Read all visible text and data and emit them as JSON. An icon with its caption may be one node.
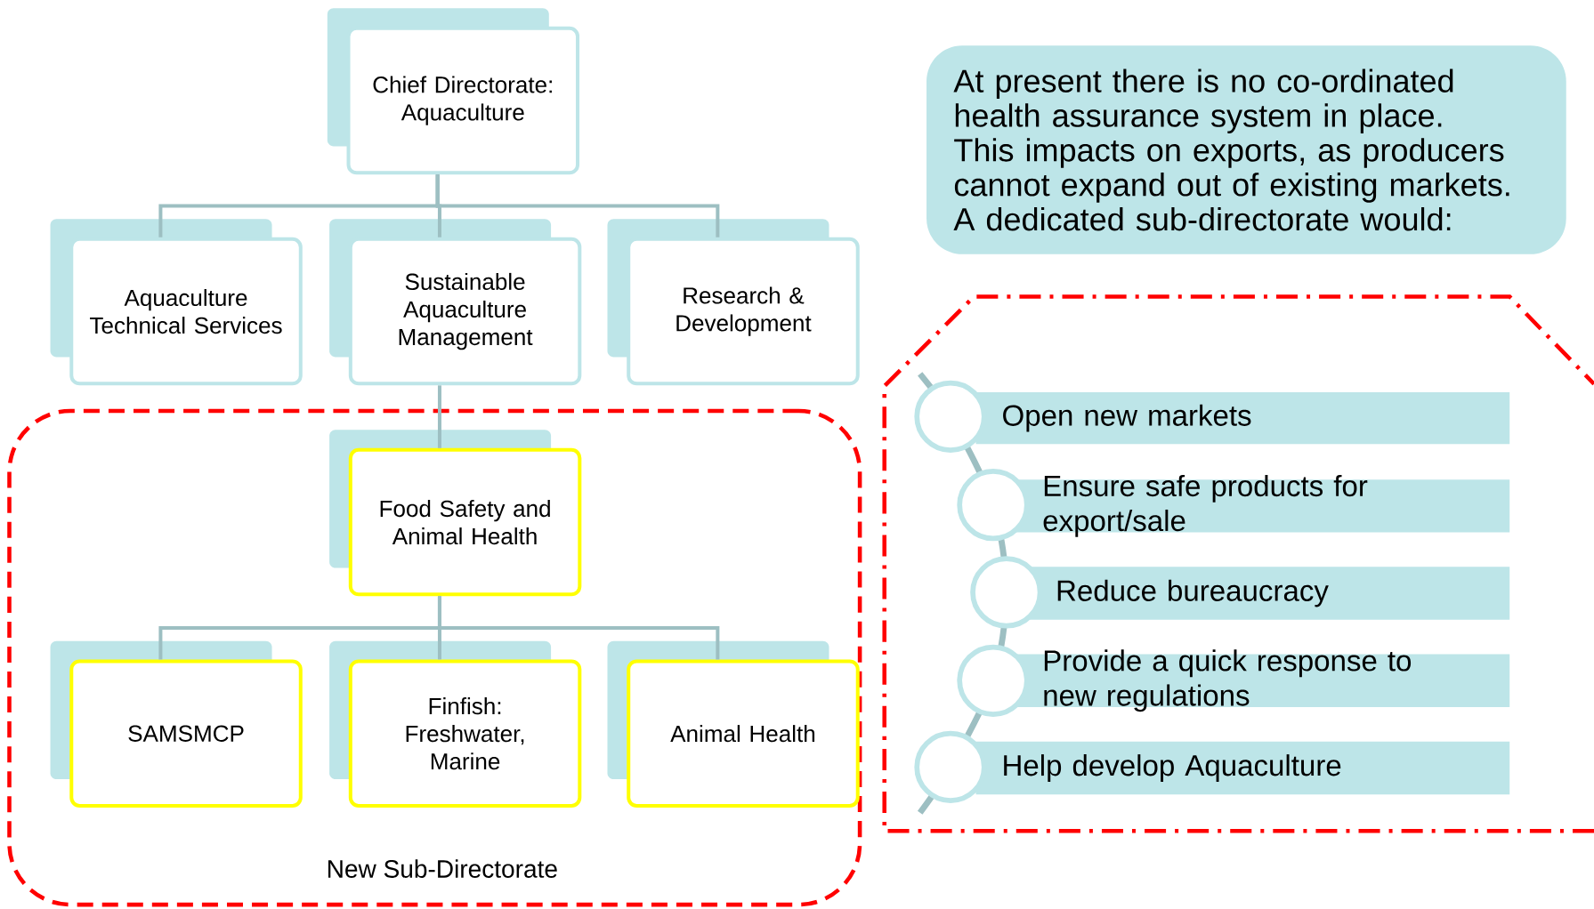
{
  "diagram": {
    "nodes": [
      {
        "text": [
          "Chief Directorate: Aquaculture"
        ]
      },
      {
        "text": [
          "Aquaculture Technical Services"
        ]
      },
      {
        "text": [
          "Sustainable Aquaculture Management"
        ]
      },
      {
        "text": [
          "Research & Development"
        ]
      },
      {
        "text": [
          "New Sub-Directorate"
        ]
      },
      {
        "text": [
          "Food Safety and Animal Health"
        ],
        "in": 4
      },
      {
        "text": [
          "SAMSMCP"
        ],
        "in": 4
      },
      {
        "text": [
          "Finfish: Freshwater, Marine"
        ],
        "in": 4
      },
      {
        "text": [
          "Animal Health"
        ],
        "in": 4
      },
      {
        "text": [
          "At present there is no co-ordinated health assurance system in place. This impacts on exports, as producers cannot expand out of existing markets. A dedicated sub-directorate would:"
        ]
      },
      {
        "text": [],
        "shape": "octagon"
      },
      {
        "text": [
          "Open new markets"
        ],
        "in": 10
      },
      {
        "text": [
          "Ensure safe products for export/sale"
        ],
        "in": 10
      },
      {
        "text": [
          "Reduce bureaucracy"
        ],
        "in": 10
      },
      {
        "text": [
          "Provide a quick response to new regulations"
        ],
        "in": 10
      },
      {
        "text": [
          "Help develop Aquaculture"
        ],
        "in": 10
      }
    ],
    "edges": [
      {
        "from": 0,
        "to": 1,
        "arrow": "none"
      },
      {
        "from": 0,
        "to": 2,
        "arrow": "none"
      },
      {
        "from": 0,
        "to": 3,
        "arrow": "none"
      },
      {
        "from": 2,
        "to": 5,
        "arrow": "none"
      },
      {
        "from": 5,
        "to": 6,
        "arrow": "none"
      },
      {
        "from": 5,
        "to": 7,
        "arrow": "none"
      },
      {
        "from": 5,
        "to": 8,
        "arrow": "none"
      }
    ]
  }
}
